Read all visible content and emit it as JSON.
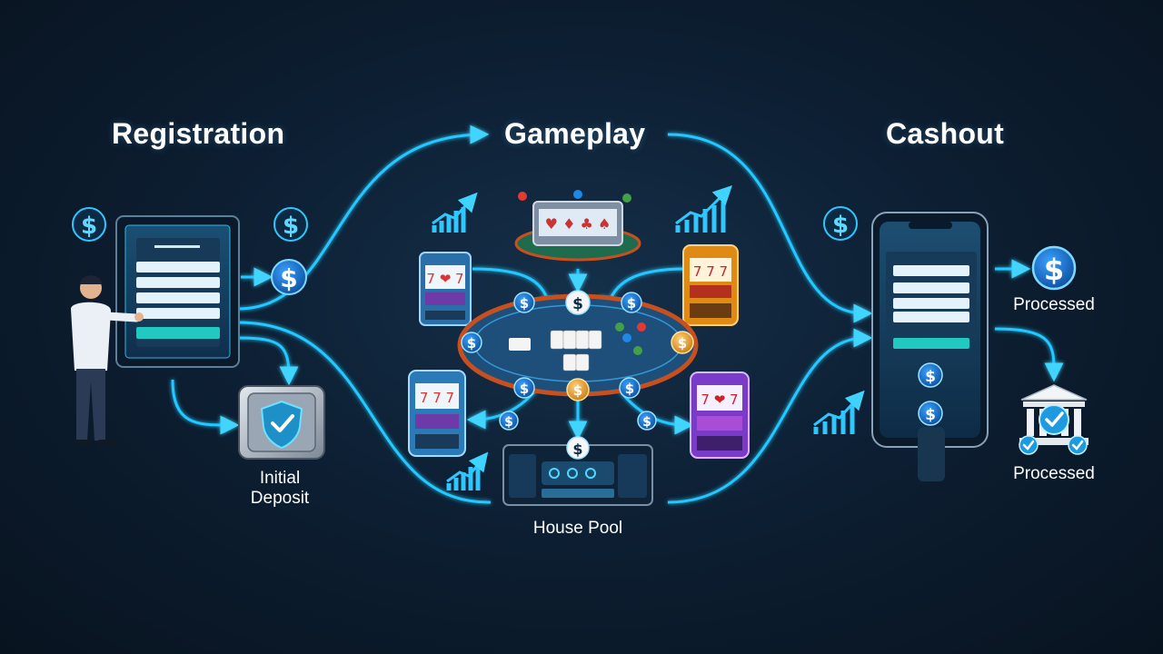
{
  "sections": {
    "registration_title": "Registration",
    "gameplay_title": "Gameplay",
    "cashout_title": "Cashout"
  },
  "labels": {
    "initial_deposit_line1": "Initial",
    "initial_deposit_line2": "Deposit",
    "house_pool": "House Pool",
    "processed_top": "Processed",
    "processed_bottom": "Processed"
  },
  "icons": {
    "currency": "dollar-coin-icon",
    "growth": "bar-growth-icon",
    "vault": "shield-vault-icon",
    "bank": "bank-check-icon"
  },
  "colors": {
    "background": "#0d1f33",
    "flow_line": "#22c8ff",
    "coin_blue": "#1e88e5",
    "coin_gold": "#f5a623",
    "table_green": "#1f6b4d",
    "table_blue": "#1d4f7a",
    "table_rim": "#c8501f",
    "text": "#ffffff"
  }
}
